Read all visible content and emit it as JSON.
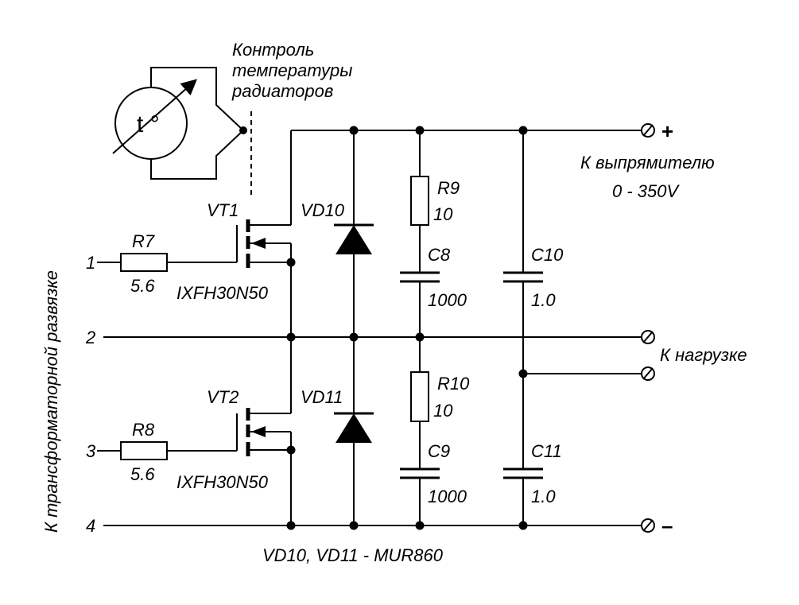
{
  "labels": {
    "temp_title_1": "Контроль",
    "temp_title_2": "температуры",
    "temp_title_3": "радиаторов",
    "temp_symbol": "t °",
    "vt1": "VT1",
    "vt2": "VT2",
    "vt1_part": "IXFH30N50",
    "vt2_part": "IXFH30N50",
    "r7": "R7",
    "r7_val": "5.6",
    "r8": "R8",
    "r8_val": "5.6",
    "vd10": "VD10",
    "vd11": "VD11",
    "r9": "R9",
    "r9_val": "10",
    "r10": "R10",
    "r10_val": "10",
    "c8": "C8",
    "c8_val": "1000",
    "c9": "C9",
    "c9_val": "1000",
    "c10": "C10",
    "c10_val": "1.0",
    "c11": "C11",
    "c11_val": "1.0",
    "pin1": "1",
    "pin2": "2",
    "pin3": "3",
    "pin4": "4",
    "rectifier_1": "К выпрямителю",
    "rectifier_2": "0 - 350V",
    "load": "К нагрузке",
    "plus": "+",
    "minus": "–",
    "left_vertical": "К трансформаторной развязке",
    "diode_note": "VD10, VD11 - MUR860"
  }
}
